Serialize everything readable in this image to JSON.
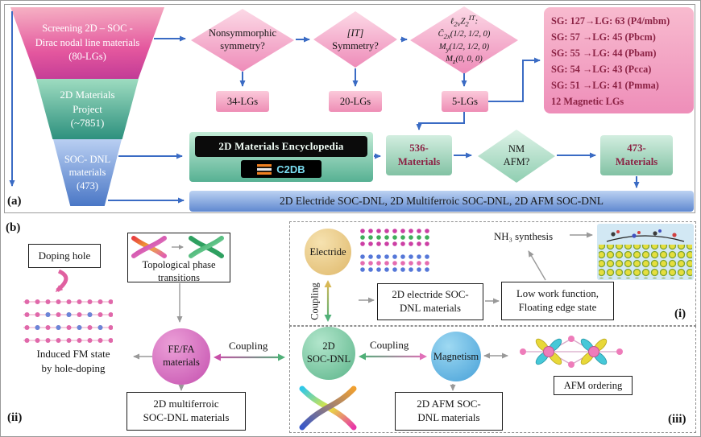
{
  "colors": {
    "arrow_blue": "#3a6bc4",
    "arrow_gray": "#999999",
    "funnel_pink": "#d64398",
    "funnel_green": "#2f8f7d",
    "funnel_blue": "#4b79c8",
    "diamond_pink": "#ee8cb9",
    "green_box": "#82c2a4",
    "bar_blue": "#6e93d6",
    "sg_text": "#8b2244",
    "fefa_magenta": "#c44fae",
    "electride_tan": "#dfb86a",
    "socdnl_green": "#5bb489",
    "magnetism_blue": "#46a0d8"
  },
  "a": {
    "label": "(a)",
    "funnel_top": [
      "Screening 2D – SOC -",
      "Dirac nodal line materials",
      "(80-LGs)"
    ],
    "funnel_mid": [
      "2D Materials",
      "Project",
      "(~7851)"
    ],
    "funnel_bot": [
      "SOC- DNL",
      "materials",
      "(473)"
    ],
    "d1": [
      "Nonsymmorphic",
      "symmetry?"
    ],
    "d2": [
      "[IT]",
      "Symmetry?"
    ],
    "d3": [
      "ℓ<sub>2v</sub>Z<sub>2</sub><sup>IT</sup>:",
      "C̃<sub>2x</sub>(1/2, 1/2, 0)",
      "M<sub>y</sub>(1/2, 1/2, 0)",
      "M<sub>z</sub>(0, 0, 0)"
    ],
    "lg": [
      "34-LGs",
      "20-LGs",
      "5-LGs"
    ],
    "sg": [
      "SG: 127→LG: 63 (P4/mbm)",
      "SG: 57 →LG: 45 (Pbcm)",
      "SG: 55 →LG: 44 (Pbam)",
      "SG: 54 →LG: 43 (Pcca)",
      "SG: 51 →LG: 41 (Pmma)",
      "12 Magnetic LGs"
    ],
    "ency_title": "2D Materials Encyclopedia",
    "ency_logo": "C2DB",
    "m536": [
      "536-",
      "Materials"
    ],
    "nm": [
      "NM",
      "AFM?"
    ],
    "m473": [
      "473-",
      "Materials"
    ],
    "bar": "2D Electride SOC-DNL, 2D Multiferroic SOC-DNL, 2D AFM SOC-DNL"
  },
  "b": {
    "label": "(b)",
    "ii": {
      "label": "(ii)",
      "doping": "Doping hole",
      "topo": [
        "Topological phase",
        "transitions"
      ],
      "induced": [
        "Induced FM state",
        "by hole-doping"
      ],
      "fefa": [
        "FE/FA",
        "materials"
      ],
      "coupling": "Coupling",
      "box": [
        "2D multiferroic",
        "SOC-DNL materials"
      ]
    },
    "i": {
      "label": "(i)",
      "electride": "Electride",
      "nh3": "NH₃ synthesis",
      "coupling": "Coupling",
      "box1": [
        "2D electride SOC-",
        "DNL materials"
      ],
      "box2": [
        "Low work function,",
        "Floating edge state"
      ]
    },
    "iii": {
      "label": "(iii)",
      "circle": [
        "2D",
        "SOC-DNL"
      ],
      "coupling": "Coupling",
      "magnetism": "Magnetism",
      "ordering": "AFM ordering",
      "box": [
        "2D AFM SOC-",
        "DNL materials"
      ]
    }
  }
}
